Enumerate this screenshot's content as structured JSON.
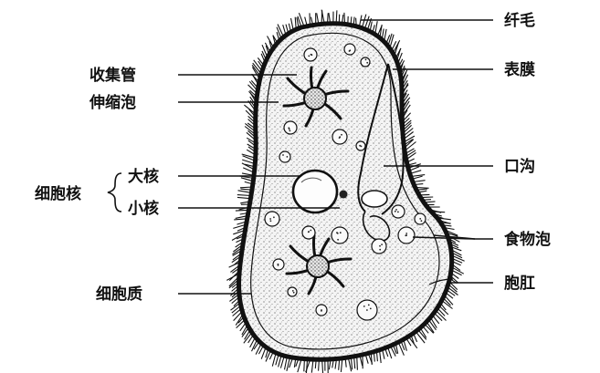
{
  "labels": {
    "cilia": "纤毛",
    "pellicle": "表膜",
    "oral_groove": "口沟",
    "food_vacuole": "食物泡",
    "anal_pore": "胞肛",
    "collecting_canal": "收集管",
    "contractile_vacuole": "伸缩泡",
    "nucleus": "细胞核",
    "macronucleus": "大核",
    "micronucleus": "小核",
    "cytoplasm": "细胞质"
  },
  "colors": {
    "ink": "#111111",
    "background": "#ffffff",
    "cell_fill": "#ededed"
  }
}
